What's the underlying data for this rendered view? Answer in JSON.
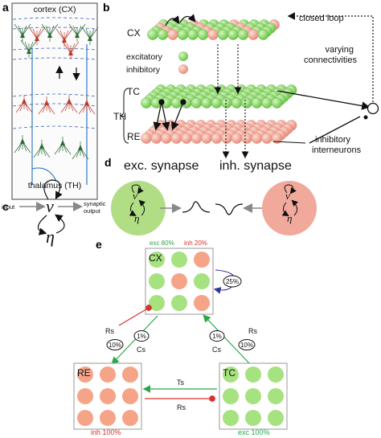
{
  "panels": {
    "a": "a",
    "b": "b",
    "c": "c",
    "d": "d",
    "e": "e"
  },
  "panel_a": {
    "top_label": "cortex (CX)",
    "bottom_label": "thalamus (TH)"
  },
  "panel_b": {
    "cx": "CX",
    "th": "TH",
    "tc": "TC",
    "re": "RE",
    "legend_exc": "excitatory",
    "legend_inh": "inhibitory",
    "closed_loop": "closed loop",
    "varying_1": "varying",
    "varying_2": "connectivities",
    "inter_1": "inhibitory",
    "inter_2": "interneurons",
    "colors": {
      "excitatory": "#8fd86e",
      "inhibitory": "#f0a596"
    }
  },
  "panel_c": {
    "input": "input",
    "output_1": "synaptic",
    "output_2": "output",
    "nu": "ν",
    "eta": "η"
  },
  "panel_d": {
    "exc_title": "exc. synapse",
    "inh_title": "inh. synapse",
    "nu": "ν",
    "eta": "η"
  },
  "panel_e": {
    "cx": "CX",
    "re": "RE",
    "tc": "TC",
    "exc_pct": "exc 80%",
    "inh_pct": "inh 20%",
    "self_pct": "25%",
    "left_rs": "Rs",
    "left_pct": "10%",
    "left_one": "1%",
    "left_cs": "Cs",
    "right_rs": "Rs",
    "right_pct": "10%",
    "right_one": "1%",
    "right_cs": "Cs",
    "ts": "Ts",
    "rs_bottom": "Rs",
    "re_pct": "inh 100%",
    "tc_pct": "exc 100%"
  }
}
